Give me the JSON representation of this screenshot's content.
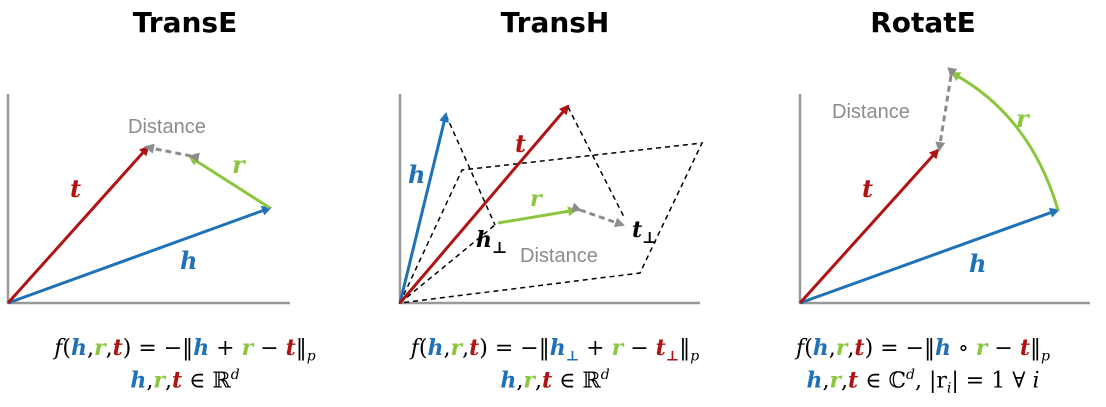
{
  "titles": {
    "transe": "TransE",
    "transh": "TransH",
    "rotate": "RotatE"
  },
  "labels": {
    "h": "h",
    "r": "r",
    "t": "t",
    "h_perp": "h",
    "t_perp": "t",
    "perp": "⊥",
    "distance": "Distance"
  },
  "formulas": {
    "f": "f",
    "open": "(",
    "comma": ",",
    "close": ")",
    "eq": " = −‖",
    "plus": " + ",
    "minus": " − ",
    "circ": " ∘ ",
    "norm_end": "‖",
    "p": "p",
    "in": " ∈ ",
    "real": "ℝ",
    "complex": "ℂ",
    "d": "d",
    "modulus_r": ", |r",
    "i": "i",
    "modulus_end": "| = 1 ∀ ",
    "forall_i": "i"
  },
  "colors": {
    "h": "#1f72b8",
    "r": "#8cc63f",
    "t": "#b01313",
    "distance": "#8c8c8c",
    "axis": "#999999"
  }
}
